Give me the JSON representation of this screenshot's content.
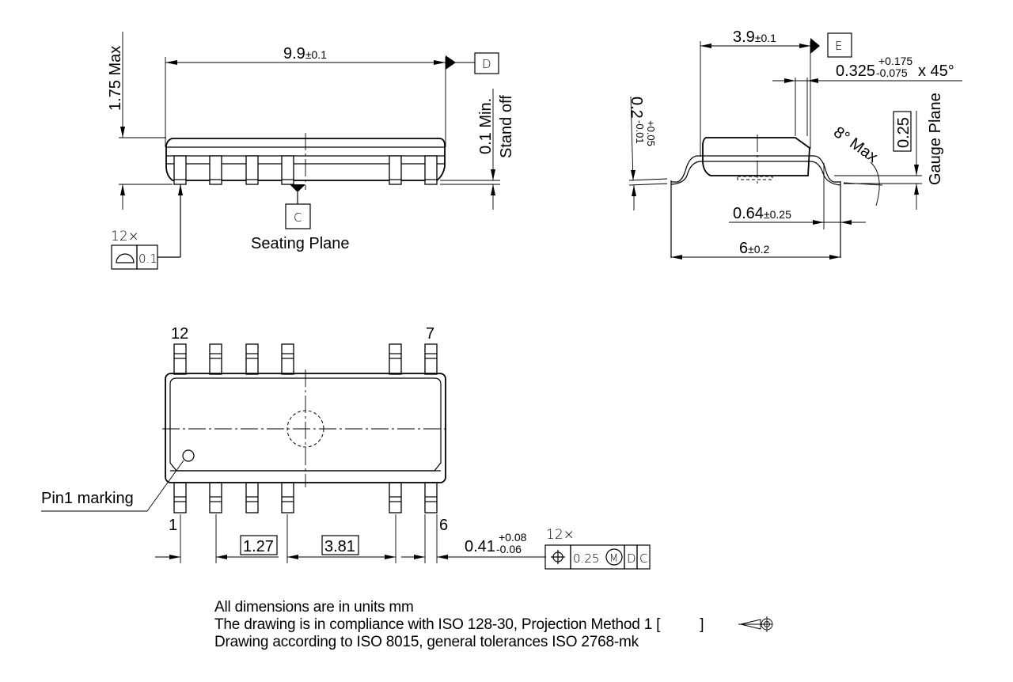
{
  "drawing": {
    "type": "Package outline drawing (12-pin SOIC)",
    "front_view": {
      "length": {
        "value": "9.9",
        "tol": "±0.1"
      },
      "max_height": "1.75 Max",
      "standoff": {
        "line1": "0.1 Min.",
        "line2": "Stand off"
      },
      "datum_D": "D",
      "datum_C": "C",
      "seating_plane_label": "Seating Plane",
      "coplanarity": {
        "count": "12×",
        "value": "0.1"
      }
    },
    "side_view": {
      "body_width": {
        "value": "3.9",
        "tol": "±0.1"
      },
      "datum_E": "E",
      "chamfer": {
        "value": "0.325",
        "tol_plus": "+0.175",
        "tol_minus": "-0.075",
        "suffix": "x 45°"
      },
      "lead_thickness": {
        "value": "0.2",
        "tol_plus": "+0.05",
        "tol_minus": "-0.01"
      },
      "angle": "8° Max",
      "gauge_value": "0.25",
      "gauge_label": "Gauge Plane",
      "lead_length": {
        "value": "0.64",
        "tol": "±0.25"
      },
      "overall_width": {
        "value": "6",
        "tol": "±0.2"
      }
    },
    "top_view": {
      "pin_labels": {
        "top_left": "12",
        "top_right": "7",
        "bottom_left": "1",
        "bottom_right": "6"
      },
      "pin1_label": "Pin1 marking",
      "pitch": "1.27",
      "gap": "3.81",
      "lead_width": {
        "value": "0.41",
        "tol_plus": "+0.08",
        "tol_minus": "-0.06"
      },
      "position_tol": {
        "count": "12×",
        "value": "0.25",
        "modifier": "M",
        "datum1": "D",
        "datum2": "C"
      }
    },
    "notes": [
      "All dimensions are in units mm",
      "The drawing is in compliance with ISO 128-30, Projection Method 1 [",
      "Drawing according to ISO 8015, general tolerances ISO 2768-mk"
    ],
    "notes_bracket_close": "]"
  }
}
